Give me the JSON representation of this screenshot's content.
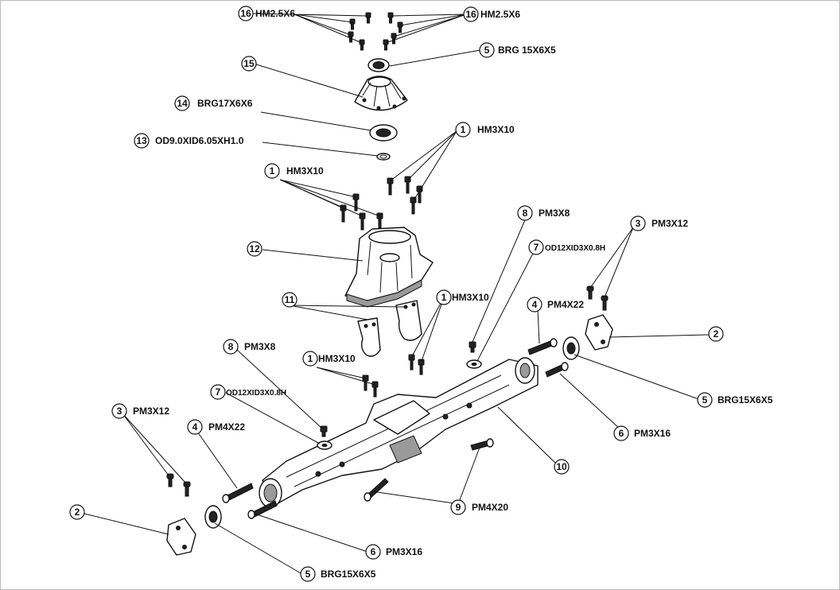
{
  "callouts": {
    "c16a": {
      "num": "16",
      "text": "HM2.5X6"
    },
    "c16b": {
      "num": "16",
      "text": "HM2.5X6"
    },
    "c5top": {
      "num": "5",
      "text": "BRG 15X6X5"
    },
    "c15": {
      "num": "15",
      "text": ""
    },
    "c14": {
      "num": "14",
      "text": "BRG17X6X6"
    },
    "c13": {
      "num": "13",
      "text": "OD9.0XID6.05XH1.0"
    },
    "c1a": {
      "num": "1",
      "text": "HM3X10"
    },
    "c1b": {
      "num": "1",
      "text": "HM3X10"
    },
    "c12": {
      "num": "12",
      "text": ""
    },
    "c8a": {
      "num": "8",
      "text": "PM3X8"
    },
    "c7a": {
      "num": "7",
      "text": "OD12XID3X0.8H"
    },
    "c3a": {
      "num": "3",
      "text": "PM3X12"
    },
    "c11": {
      "num": "11",
      "text": ""
    },
    "c1c": {
      "num": "1",
      "text": "HM3X10"
    },
    "c4a": {
      "num": "4",
      "text": "PM4X22"
    },
    "c2a": {
      "num": "2",
      "text": ""
    },
    "c1d": {
      "num": "1",
      "text": "HM3X10"
    },
    "c8b": {
      "num": "8",
      "text": "PM3X8"
    },
    "c7b": {
      "num": "7",
      "text": "OD12XID3X0.8H"
    },
    "c5r": {
      "num": "5",
      "text": "BRG15X6X5"
    },
    "c6a": {
      "num": "6",
      "text": "PM3X16"
    },
    "c10": {
      "num": "10",
      "text": ""
    },
    "c9": {
      "num": "9",
      "text": "PM4X20"
    },
    "c3b": {
      "num": "3",
      "text": "PM3X12"
    },
    "c4b": {
      "num": "4",
      "text": "PM4X22"
    },
    "c2b": {
      "num": "2",
      "text": ""
    },
    "c6b": {
      "num": "6",
      "text": "PM3X16"
    },
    "c5b": {
      "num": "5",
      "text": "BRG15X6X5"
    }
  }
}
